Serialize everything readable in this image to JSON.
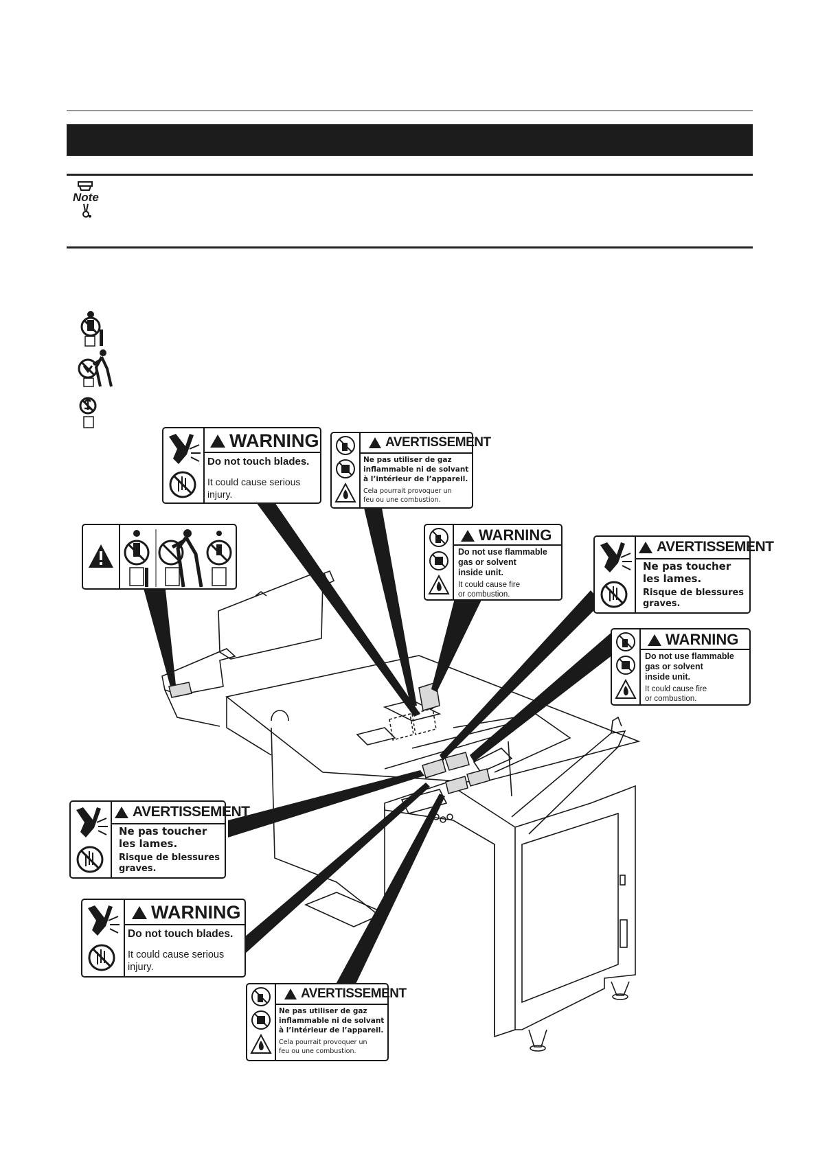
{
  "note_label": "Note",
  "warn_blades": {
    "heading": "WARNING",
    "title": "Do not touch blades.",
    "line1": "It could cause serious",
    "line2": "injury."
  },
  "warn_flammable": {
    "heading": "WARNING",
    "line1": "Do not use flammable",
    "line2": "gas or solvent",
    "line3": "inside unit.",
    "line4": "It could cause fire",
    "line5": "or combustion."
  },
  "avert_gaz": {
    "heading": "AVERTISSEMENT",
    "line1": "Ne pas utiliser de gaz",
    "line2": "inflammable ni de solvant",
    "line3": "à l’intérieur de l’appareil.",
    "line4": "Cela pourrait provoquer un",
    "line5": "feu ou une combustion."
  },
  "avert_lames": {
    "heading": "AVERTISSEMENT",
    "line1": "Ne pas toucher",
    "line2": "les lames.",
    "line3": "Risque de blessures",
    "line4": "graves."
  },
  "colors": {
    "ink": "#1a1a1a",
    "label_patch": "#d9d9d9",
    "banner": "#1c1c1c"
  }
}
